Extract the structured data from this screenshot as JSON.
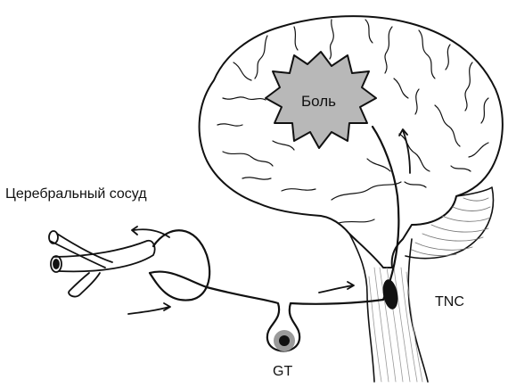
{
  "labels": {
    "vessel": "Церебральный сосуд",
    "pain": "Боль",
    "tnc": "TNC",
    "gt": "GT"
  },
  "colors": {
    "stroke": "#111111",
    "pain_fill": "#b8b8b8",
    "ganglion_ring": "#9a9a9a",
    "background": "#ffffff"
  },
  "icons": [
    "brain-outline",
    "cerebral-vessel",
    "pain-starburst",
    "trigeminal-ganglion",
    "trigeminal-nucleus",
    "brainstem"
  ]
}
